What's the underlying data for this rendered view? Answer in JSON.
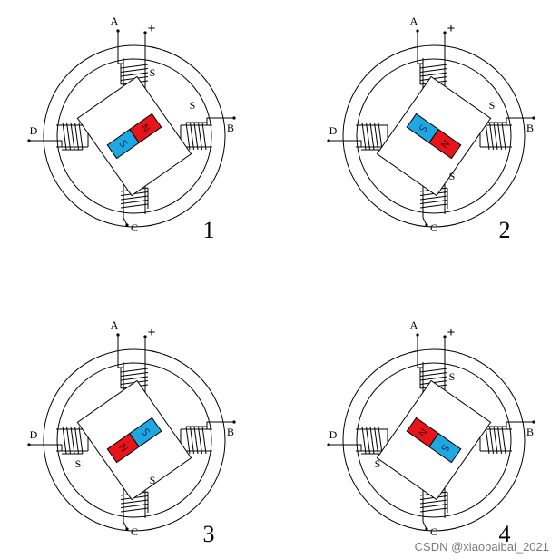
{
  "terminals": {
    "a": "A",
    "b": "B",
    "c": "C",
    "d": "D",
    "plus": "+"
  },
  "pole_label": "S",
  "magnet": {
    "north": "N",
    "south": "S",
    "north_color": "#e8141c",
    "south_color": "#1ea7e1"
  },
  "figures": [
    {
      "number": "1",
      "rotor_angle_deg": -35,
      "north_end": "upper-right",
      "s_poles": [
        "top",
        "right"
      ]
    },
    {
      "number": "2",
      "rotor_angle_deg": 35,
      "north_end": "lower-right",
      "s_poles": [
        "right",
        "bottom"
      ]
    },
    {
      "number": "3",
      "rotor_angle_deg": -35,
      "north_end": "lower-left",
      "s_poles": [
        "bottom",
        "left"
      ]
    },
    {
      "number": "4",
      "rotor_angle_deg": 35,
      "north_end": "upper-left",
      "s_poles": [
        "left",
        "top"
      ]
    }
  ],
  "watermark": "CSDN @xiaobaibai_2021"
}
